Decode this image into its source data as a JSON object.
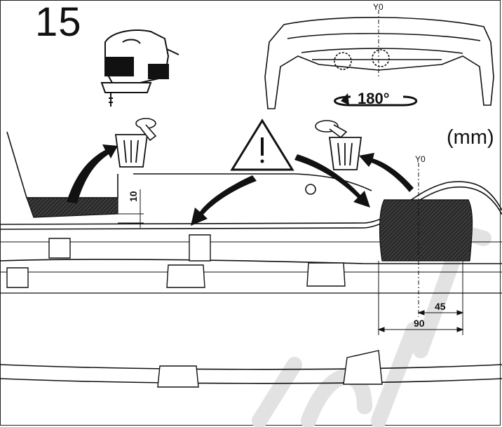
{
  "step": {
    "number": "15"
  },
  "units": {
    "label": "(mm)"
  },
  "rotation": {
    "label": "180°"
  },
  "axis": {
    "top_label": "Y0",
    "main_label": "Y0"
  },
  "dimensions": {
    "height_mark": "10",
    "offset_mark": "45",
    "width_mark": "90"
  },
  "colors": {
    "ink": "#111111",
    "hatch": "#3a3a3a",
    "watermark": "#dcdcdc"
  },
  "icons": [
    "jigsaw-icon",
    "trash-bin-icon",
    "warning-icon",
    "rotate-icon"
  ]
}
